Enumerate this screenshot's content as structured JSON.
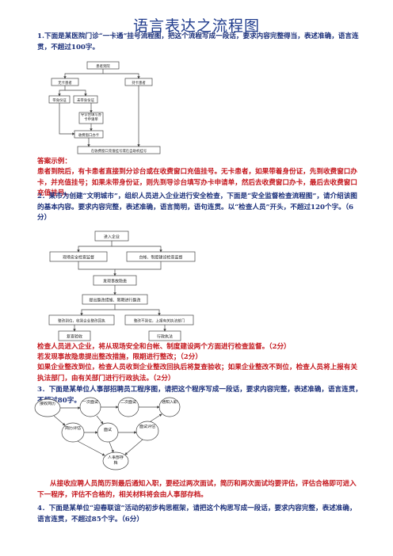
{
  "title": "语言表达之流程图",
  "q1": {
    "text": "1.下面是某医院门诊“一卡通”挂号流程图，把这个流程写成一段话，要求内容完整得当，表述准确，语言连贯，不超过100字。",
    "chart": {
      "top": "患者到院",
      "no_card": "无卡患者",
      "has_card": "持卡患者",
      "with_id": "带身份证",
      "without_id": "未带身份证",
      "fill_form": "导诊台填写办卡申请单",
      "pay": "收费窗口办卡",
      "bottom": "在收费窗口充值挂号或在自助机挂号"
    },
    "answer_label": "答案示例：",
    "answer": "患者到院后，有卡患者直接到分诊台或在收费窗口充值挂号。无卡患者，如果带着身份证，先到收费窗口办卡，并充值挂号；如果未带身份证，则先到导诊台填写办卡申请单，然后去收费窗口办卡，最后去收费窗口充值挂号。"
  },
  "q2": {
    "text": "2．某市为创建“文明城市”，组织人员进入企业进行安全检查，下面是“安全监督检查流程图”，请介绍该图的基本内容。要求内容完整，表述准确，语言简明，语句连贯。以“检查人员”开头，不超过120个字。（6分）",
    "chart": {
      "enter": "进入企业",
      "left_check": "现场安全检查监督",
      "right_check": "台帐、制度建设检查监督",
      "notice": "发现事故隐患",
      "rectify": "提出整改措施、限期进行整改",
      "ok": "整改到位，收到企业整改回执",
      "not_ok": "整改不到位，上报有关执法部门",
      "review": "复查验收",
      "punish": "行政执法"
    },
    "answer": [
      "检查人员进入企业，将从现场安全和台帐、制度建设两个方面进行检查监督。（2分）",
      "若发现事故隐患提出整改措施，限期进行整改；（2分）",
      "如果企业整改到位，检查人员收到企业整改回执后将复查验收；如果企业整改不到位，检查人员将上报有关执法部门，由有关部门进行行政执法。（2分）"
    ]
  },
  "q3": {
    "text": "3．下面是某单位人事部招聘员工程序图，请把这个程序写成一段话，要求内容完整，表述准确，语言连贯，不超过80字。",
    "chart": {
      "apply": "接收简历",
      "first": "一次面试",
      "second": "二次面试",
      "notify": "通知入职",
      "eval1": "简历评估",
      "test": "面试",
      "eval2": "面试评估",
      "hr": "人事部存档"
    },
    "answer": "从接收应聘人员简历到最后通知入职，要经过两次面试，简历和两次面试均要评估，评估合格即可进入下一程序，评估不合格的，相关材料将会由人事部存档。"
  },
  "q4": {
    "text": "4．下面是某单位“迎春联谊”活动的初步构思框架，请把这个构思写成一段话，要求内容完整，表述准确，语言连贯，不超过85个字。（6分）"
  }
}
